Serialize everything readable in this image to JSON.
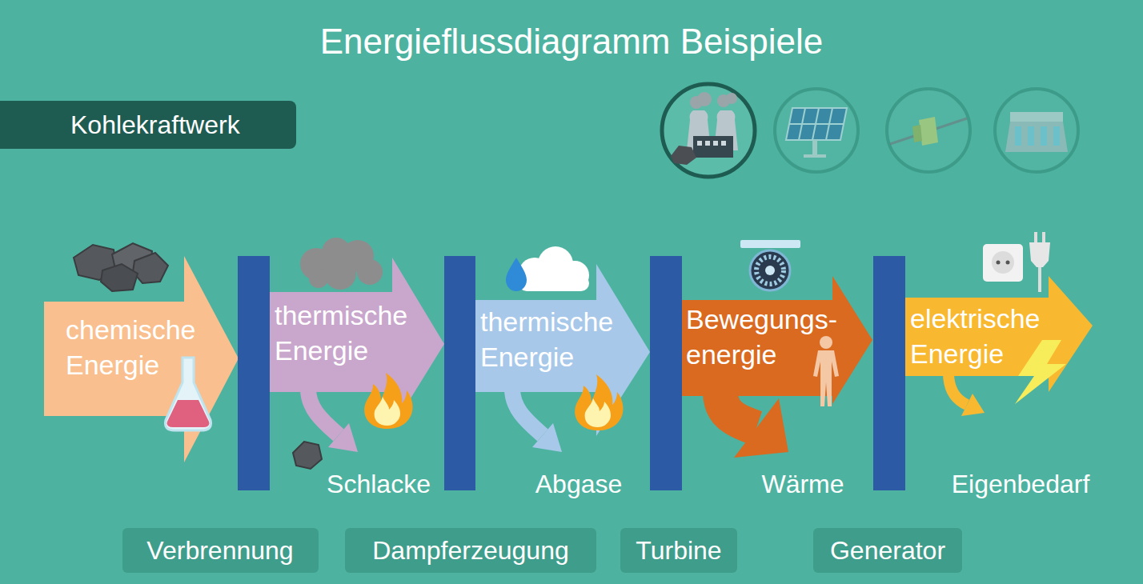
{
  "diagram": {
    "title": "Energieflussdiagramm Beispiele",
    "nodes": [
      {
        "text": [
          "Kohlekraftwerk"
        ]
      },
      {
        "text": [
          "chemische Energie"
        ]
      },
      {
        "text": [
          "thermische Energie"
        ]
      },
      {
        "text": [
          "thermische Energie"
        ]
      },
      {
        "text": [
          "Bewegungs- energie"
        ]
      },
      {
        "text": [
          "elektrische Energie"
        ]
      },
      {
        "text": [
          "Verbrennung"
        ]
      },
      {
        "text": [
          "Dampferzeugung"
        ]
      },
      {
        "text": [
          "Turbine"
        ]
      },
      {
        "text": [
          "Generator"
        ]
      }
    ],
    "labels": [
      "Schlacke",
      "Abgase",
      "Wärme",
      "Eigenbedarf"
    ]
  }
}
